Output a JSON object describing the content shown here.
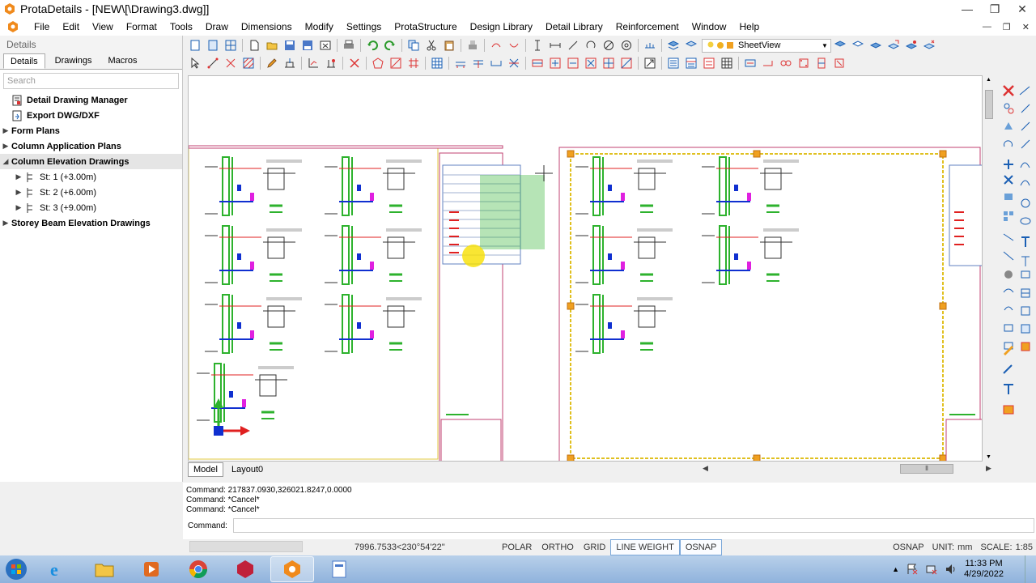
{
  "window": {
    "title": "ProtaDetails - [NEW\\[\\Drawing3.dwg]]",
    "minimize": "—",
    "maximize": "❐",
    "close": "✕"
  },
  "menu": {
    "items": [
      "File",
      "Edit",
      "View",
      "Format",
      "Tools",
      "Draw",
      "Dimensions",
      "Modify",
      "Settings",
      "ProtaStructure",
      "Design Library",
      "Detail Library",
      "Reinforcement",
      "Window",
      "Help"
    ]
  },
  "details_panel": {
    "title": "Details",
    "tabs": [
      "Details",
      "Drawings",
      "Macros"
    ],
    "active_tab": "Details",
    "search_placeholder": "Search",
    "tree": [
      {
        "label": "Detail Drawing Manager",
        "arrow": "",
        "selected": false,
        "level": 0
      },
      {
        "label": "Export DWG/DXF",
        "arrow": "",
        "selected": false,
        "level": 0
      },
      {
        "label": "Form Plans",
        "arrow": "▶",
        "selected": false,
        "level": 0
      },
      {
        "label": "Column Application Plans",
        "arrow": "▶",
        "selected": false,
        "level": 0
      },
      {
        "label": "Column Elevation Drawings",
        "arrow": "◢",
        "selected": true,
        "level": 0
      },
      {
        "label": "St: 1 (+3.00m)",
        "arrow": "▶",
        "selected": false,
        "level": 1
      },
      {
        "label": "St: 2 (+6.00m)",
        "arrow": "▶",
        "selected": false,
        "level": 1
      },
      {
        "label": "St: 3 (+9.00m)",
        "arrow": "▶",
        "selected": false,
        "level": 1
      },
      {
        "label": "Storey Beam Elevation Drawings",
        "arrow": "▶",
        "selected": false,
        "level": 0
      }
    ]
  },
  "toolbar": {
    "sheet_view": "SheetView"
  },
  "drawing": {
    "colors": {
      "green": "#2db22d",
      "magenta": "#e020e0",
      "blue": "#1030d0",
      "red": "#e02020",
      "dark": "#303030",
      "orange": "#f0a020"
    }
  },
  "layout_tabs": [
    "Model",
    "Layout0"
  ],
  "active_layout": "Model",
  "command_history": [
    "Command: 217837.0930,326021.8247,0.0000",
    "Command: *Cancel*",
    "Command: *Cancel*"
  ],
  "command_label": "Command:",
  "status": {
    "coords": "7996.7533<230°54'22\"",
    "modes": [
      {
        "label": "POLAR",
        "on": false
      },
      {
        "label": "ORTHO",
        "on": false
      },
      {
        "label": "GRID",
        "on": false
      },
      {
        "label": "LINE WEIGHT",
        "on": true
      },
      {
        "label": "OSNAP",
        "on": true
      }
    ],
    "osnap": "OSNAP",
    "unit": "UNIT:",
    "unit_value": "mm",
    "scale": "SCALE:",
    "scale_value": "1:85"
  },
  "taskbar": {
    "time": "11:33 PM",
    "date": "4/29/2022"
  }
}
